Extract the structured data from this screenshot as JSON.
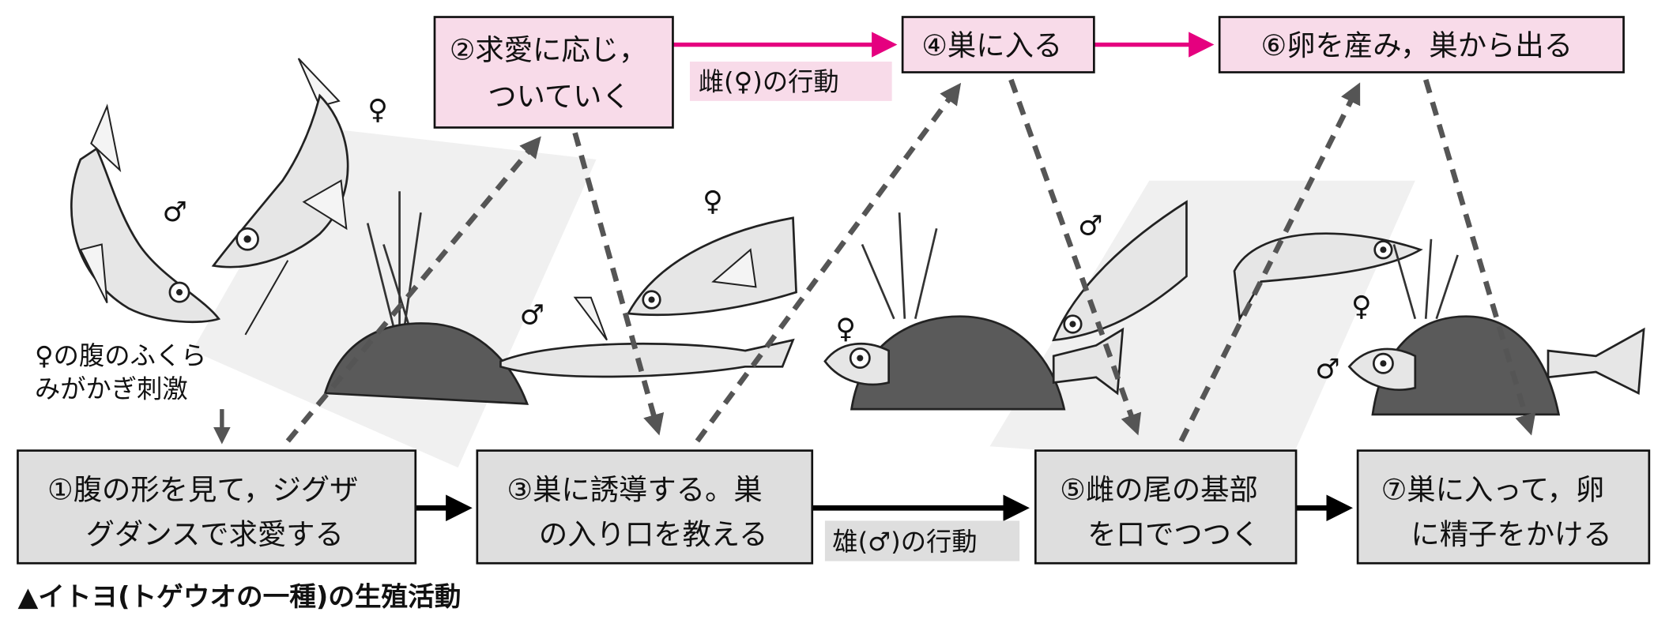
{
  "colors": {
    "female_accent": "#e5007f",
    "female_box": "#f8dbe9",
    "male_box": "#dedede",
    "male_arrow": "#000000",
    "dashed": "#555555"
  },
  "steps": {
    "s1": {
      "line1": "①腹の形を見て，ジグザ",
      "line2": "グダンスで求愛する"
    },
    "s2": {
      "line1": "②求愛に応じ，",
      "line2": "ついていく"
    },
    "s3": {
      "line1": "③巣に誘導する。巣",
      "line2": "の入り口を教える"
    },
    "s4": {
      "line1": "④巣に入る"
    },
    "s5": {
      "line1": "⑤雌の尾の基部",
      "line2": "を口でつつく"
    },
    "s6": {
      "line1": "⑥卵を産み，巣から出る"
    },
    "s7": {
      "line1": "⑦巣に入って，卵",
      "line2": "に精子をかける"
    }
  },
  "labels": {
    "female_behavior": "雌(♀)の行動",
    "male_behavior": "雄(♂)の行動",
    "stimulus_line1": "♀の腹のふくら",
    "stimulus_line2": "みがかぎ刺激",
    "female_symbol": "♀",
    "male_symbol": "♂"
  },
  "caption": "▲イトヨ(トゲウオの一種)の生殖活動"
}
